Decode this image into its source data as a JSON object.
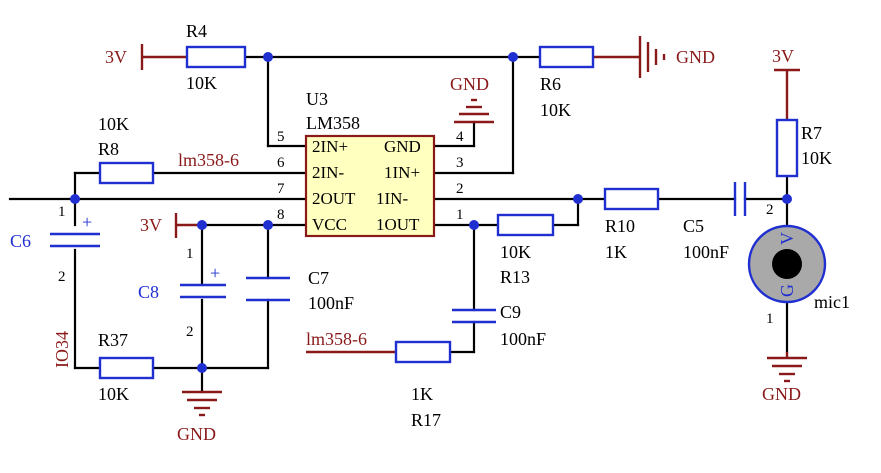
{
  "power": {
    "vcc": "3V",
    "gnd": "GND"
  },
  "u3": {
    "ref": "U3",
    "part": "LM358",
    "left_pins": [
      {
        "num": "5",
        "name": "2IN+"
      },
      {
        "num": "6",
        "name": "2IN-"
      },
      {
        "num": "7",
        "name": "2OUT"
      },
      {
        "num": "8",
        "name": "VCC"
      }
    ],
    "right_pins": [
      {
        "num": "4",
        "name": "GND"
      },
      {
        "num": "3",
        "name": "1IN+"
      },
      {
        "num": "2",
        "name": "1IN-"
      },
      {
        "num": "1",
        "name": "1OUT"
      }
    ]
  },
  "components": {
    "r4": {
      "ref": "R4",
      "value": "10K"
    },
    "r6": {
      "ref": "R6",
      "value": "10K"
    },
    "r7": {
      "ref": "R7",
      "value": "10K"
    },
    "r8": {
      "ref": "R8",
      "value": "10K"
    },
    "r10": {
      "ref": "R10",
      "value": "1K"
    },
    "r13": {
      "ref": "R13",
      "value": "10K"
    },
    "r17": {
      "ref": "R17",
      "value": "1K"
    },
    "r37": {
      "ref": "R37",
      "value": "10K"
    },
    "c5": {
      "ref": "C5",
      "value": "100nF"
    },
    "c6": {
      "ref": "C6",
      "pin1": "1",
      "pin2": "2"
    },
    "c7": {
      "ref": "C7",
      "value": "100nF"
    },
    "c8": {
      "ref": "C8",
      "pin1": "1",
      "pin2": "2"
    },
    "c9": {
      "ref": "C9",
      "value": "100nF"
    },
    "mic": {
      "ref": "mic1",
      "pin_v": "V",
      "pin_g": "G",
      "pin1": "1",
      "pin2": "2"
    }
  },
  "nets": {
    "lm358_6": "lm358-6",
    "io34": "IO34"
  },
  "symbols": {
    "plus": "+"
  }
}
